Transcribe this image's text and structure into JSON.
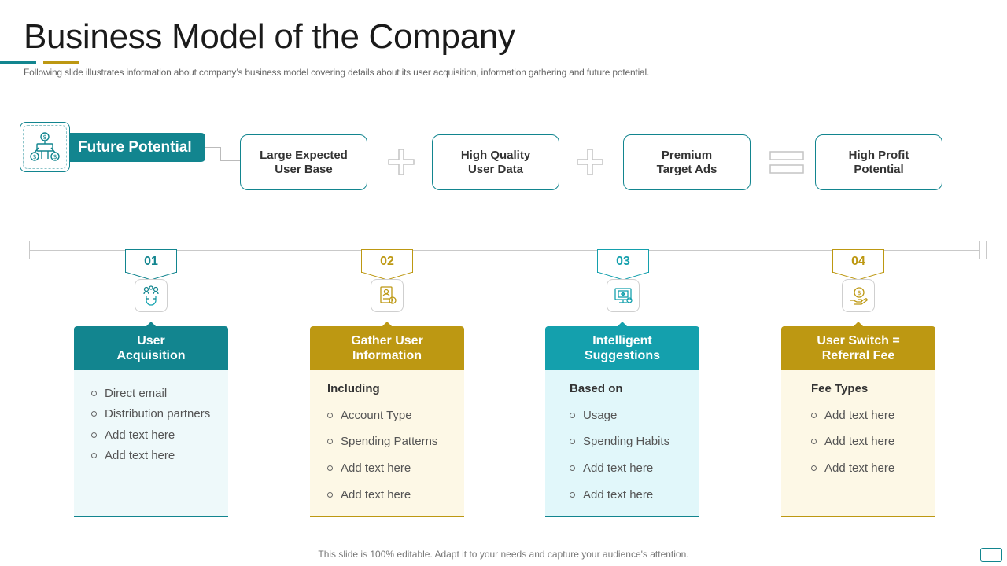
{
  "header": {
    "title": "Business Model of the Company",
    "subtitle": "Following slide illustrates information about company’s business model covering details about its user acquisition, information gathering and future potential."
  },
  "future_potential": {
    "label": "Future Potential",
    "icon": "money-network-icon",
    "equation": [
      "Large Expected\nUser Base",
      "High Quality\nUser Data",
      "Premium\nTarget Ads",
      "High Profit\nPotential"
    ],
    "operators": [
      "plus",
      "plus",
      "equals"
    ]
  },
  "steps": [
    {
      "number": "01",
      "icon": "magnet-users-icon",
      "title": "User\nAcquisition",
      "heading": "",
      "items": [
        "Direct email",
        "Distribution partners",
        "Add text here",
        "Add text here"
      ]
    },
    {
      "number": "02",
      "icon": "profile-document-icon",
      "title": "Gather User\nInformation",
      "heading": "Including",
      "items": [
        "Account Type",
        "Spending Patterns",
        "Add text here",
        "Add text here"
      ]
    },
    {
      "number": "03",
      "icon": "smart-monitor-icon",
      "title": "Intelligent\nSuggestions",
      "heading": "Based on",
      "items": [
        "Usage",
        "Spending Habits",
        "Add text here",
        "Add text here"
      ]
    },
    {
      "number": "04",
      "icon": "coin-hand-icon",
      "title": "User Switch =\nReferral Fee",
      "heading": "Fee Types",
      "items": [
        "Add text here",
        "Add text here",
        "Add text here"
      ]
    }
  ],
  "footer": "This slide is 100% editable. Adapt it to your needs and capture your audience's attention.",
  "colors": {
    "teal": "#12858f",
    "gold": "#bd9812",
    "cyan": "#14a0ad",
    "light_teal_bg": "#eef9fa",
    "light_gold_bg": "#fdf8e6",
    "light_cyan_bg": "#e1f7fa"
  }
}
